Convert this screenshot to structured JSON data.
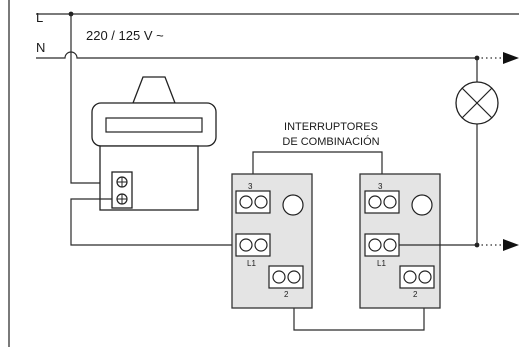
{
  "lines": {
    "live_label": "L",
    "neutral_label": "N",
    "voltage_label": "220 / 125 V ~"
  },
  "switches_title": {
    "line1": "INTERRUPTORES",
    "line2": "DE COMBINACIÓN"
  },
  "switch_left": {
    "terminal_top": "3",
    "terminal_mid": "L1",
    "terminal_bottom": "2"
  },
  "switch_right": {
    "terminal_top": "3",
    "terminal_mid": "L1",
    "terminal_bottom": "2"
  },
  "colors": {
    "wire": "#2a2a2a",
    "switch_body": "#e4e4e4"
  }
}
